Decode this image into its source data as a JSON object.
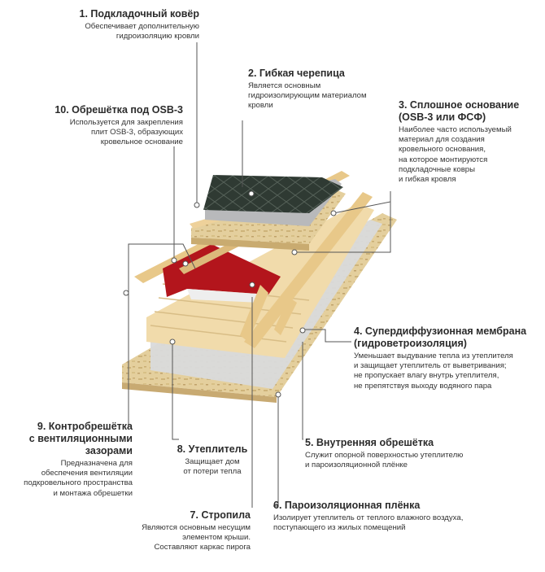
{
  "callouts": [
    {
      "id": "1",
      "title": "1. Подкладочный ковёр",
      "desc": [
        "Обеспечивает дополнительную",
        "гидроизоляцию кровли"
      ]
    },
    {
      "id": "2",
      "title": "2. Гибкая черепица",
      "desc": [
        "Является основным",
        "гидроизолирующим материалом",
        "кровли"
      ]
    },
    {
      "id": "3",
      "title": [
        "3. Сплошное основание",
        "(OSB-3 или ФСФ)"
      ],
      "desc": [
        "Наиболее часто используемый",
        "материал для создания",
        "кровельного  основания,",
        "на которое монтируются",
        "подкладочные ковры",
        "и гибкая кровля"
      ]
    },
    {
      "id": "4",
      "title": [
        "4. Супердиффузионная мембрана",
        "(гидроветроизоляция)"
      ],
      "desc": [
        "Уменьшает выдувание тепла из утеплителя",
        "и защищает утеплитель от выветривания;",
        "не пропускает влагу внутрь утеплителя,",
        "не препятствуя выходу водяного пара"
      ]
    },
    {
      "id": "5",
      "title": "5. Внутренняя обрешётка",
      "desc": [
        "Служит опорной поверхностью утеплителю",
        "и пароизоляционной плёнке"
      ]
    },
    {
      "id": "6",
      "title": "6. Пароизоляционная плёнка",
      "desc": [
        "Изолирует утеплитель от теплого влажного воздуха,",
        "поступающего из жилых помещений"
      ]
    },
    {
      "id": "7",
      "title": "7. Стропила",
      "desc": [
        "Являются основным несущим",
        "элементом крыши.",
        "Составляют каркас пирога"
      ]
    },
    {
      "id": "8",
      "title": "8. Утеплитель",
      "desc": [
        "Защищает дом",
        "от потери тепла"
      ]
    },
    {
      "id": "9",
      "title": [
        "9. Контробрешётка",
        "с вентиляционными",
        "зазорами"
      ],
      "desc": [
        "Предназначена для",
        "обеспечения вентиляции",
        "подкровельного пространства",
        "и монтажа обрешетки"
      ]
    },
    {
      "id": "10",
      "title": "10. Обрешётка под OSB-3",
      "desc": [
        "Используется для закрепления",
        "плит OSB-3, образующих",
        "кровельное основание"
      ]
    }
  ],
  "colors": {
    "shingle": "#2f3a33",
    "underlay": "#b8b9bb",
    "osb": "#e6d2a2",
    "wood": "#f0d6a4",
    "membrane": "#b3151c",
    "vapor": "#d9dadb",
    "leader": "#555555",
    "dot": "#ffffff"
  }
}
